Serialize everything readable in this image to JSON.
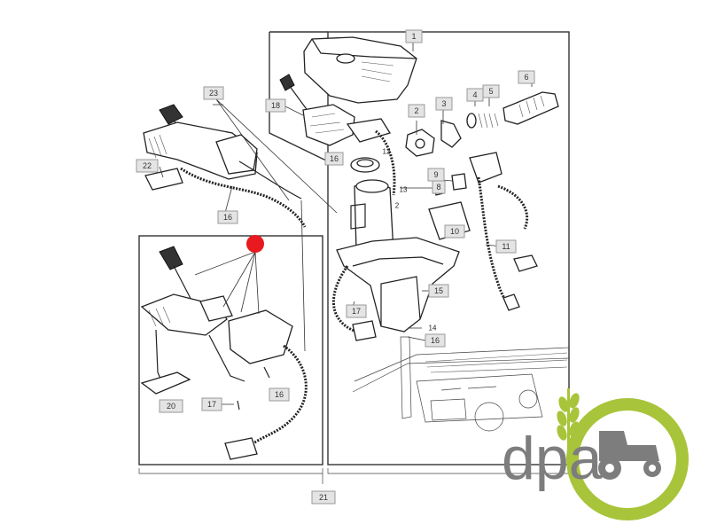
{
  "callouts": [
    {
      "id": "1",
      "label": "1"
    },
    {
      "id": "2",
      "label": "2"
    },
    {
      "id": "3",
      "label": "3"
    },
    {
      "id": "4",
      "label": "4"
    },
    {
      "id": "5",
      "label": "5"
    },
    {
      "id": "6",
      "label": "6"
    },
    {
      "id": "8",
      "label": "8"
    },
    {
      "id": "9",
      "label": "9"
    },
    {
      "id": "10",
      "label": "10"
    },
    {
      "id": "11",
      "label": "11"
    },
    {
      "id": "12",
      "label": "12"
    },
    {
      "id": "13",
      "label": "13"
    },
    {
      "id": "14",
      "label": "14"
    },
    {
      "id": "15",
      "label": "15"
    },
    {
      "id": "16a",
      "label": "16"
    },
    {
      "id": "16b",
      "label": "16"
    },
    {
      "id": "16c",
      "label": "16"
    },
    {
      "id": "16d",
      "label": "16"
    },
    {
      "id": "17a",
      "label": "17"
    },
    {
      "id": "17b",
      "label": "17"
    },
    {
      "id": "18",
      "label": "18"
    },
    {
      "id": "20",
      "label": "20"
    },
    {
      "id": "21",
      "label": "21"
    },
    {
      "id": "22",
      "label": "22"
    },
    {
      "id": "23",
      "label": "23"
    },
    {
      "id": "2b",
      "label": "2"
    }
  ],
  "logo": {
    "text": "dpa",
    "accent_color": "#a8c43a",
    "text_color": "#7d7d7d"
  },
  "marker": {
    "color": "#e8191f"
  }
}
